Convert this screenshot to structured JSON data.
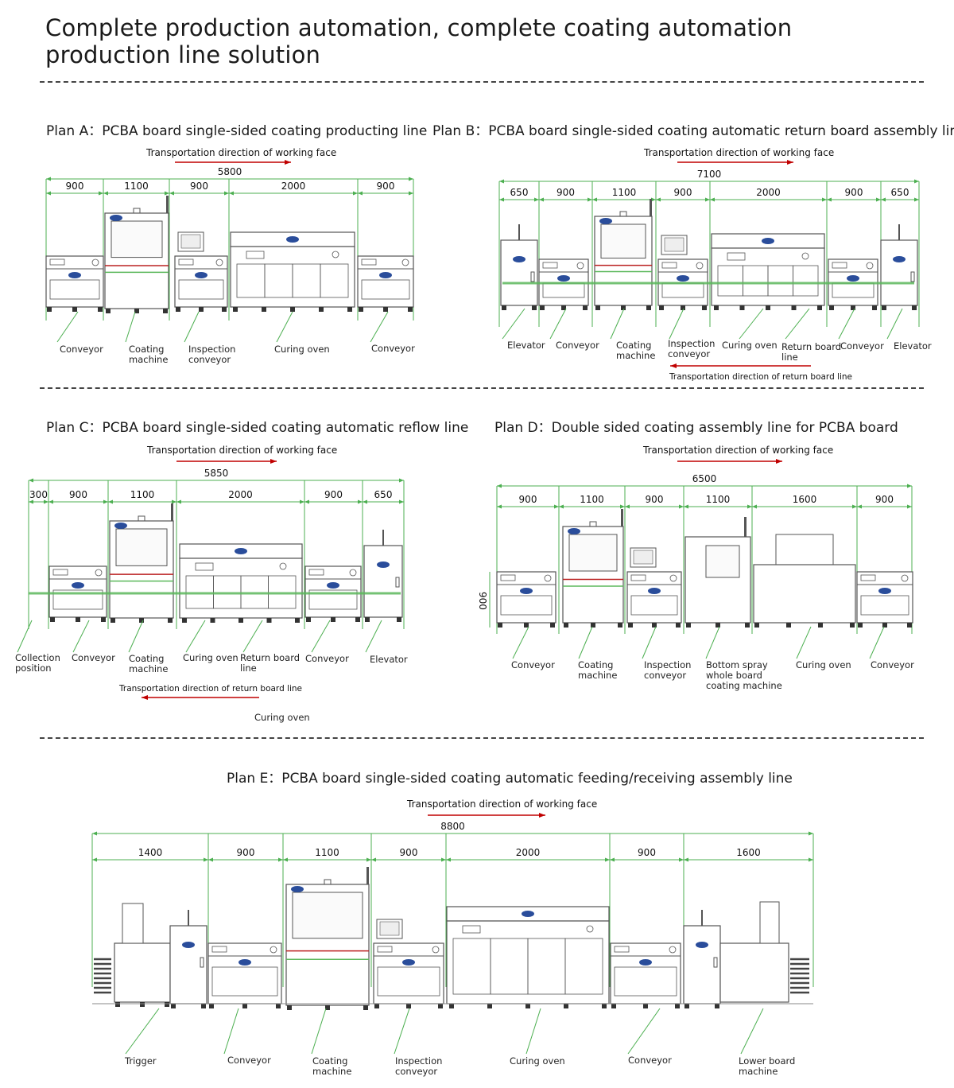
{
  "title_line1": "Complete production automation, complete coating automation",
  "title_line2": "production line solution",
  "colors": {
    "dimension_line": "#4caf50",
    "arrow": "#c00000",
    "machine_stroke": "#555555",
    "logo": "#2a4d9b",
    "green_band": "#5cb85c"
  },
  "plans": {
    "a": {
      "title": "Plan A：PCBA board single-sided coating producting line",
      "direction": "Transportation direction of working face",
      "total": "5800",
      "segments": [
        "900",
        "1100",
        "900",
        "2000",
        "900"
      ],
      "labels": [
        "Conveyor",
        "Coating\nmachine",
        "Inspection\nconveyor",
        "Curing oven",
        "Conveyor"
      ]
    },
    "b": {
      "title": "Plan B：PCBA board single-sided coating automatic return board assembly line",
      "direction": "Transportation direction of working face",
      "return_direction": "Transportation direction of return board line",
      "total": "7100",
      "segments": [
        "650",
        "900",
        "1100",
        "900",
        "2000",
        "900",
        "650"
      ],
      "labels": [
        "Elevator",
        "Conveyor",
        "Coating\nmachine",
        "Inspection\nconveyor",
        "Curing oven",
        "Return board\nline",
        "Conveyor",
        "Elevator"
      ]
    },
    "c": {
      "title": "Plan C：PCBA board single-sided coating automatic reflow line",
      "direction": "Transportation direction of working face",
      "return_direction": "Transportation direction of return board line",
      "total": "5850",
      "segments": [
        "300",
        "900",
        "1100",
        "2000",
        "900",
        "650"
      ],
      "labels": [
        "Collection\nposition",
        "Conveyor",
        "Coating\nmachine",
        "Curing oven",
        "Return board\nline",
        "Conveyor",
        "Elevator"
      ],
      "extra_label": "Curing oven"
    },
    "d": {
      "title": "Plan D：Double sided coating assembly line for PCBA board",
      "direction": "Transportation direction of working face",
      "total": "6500",
      "segments": [
        "900",
        "1100",
        "900",
        "1100",
        "1600",
        "900"
      ],
      "height": "900",
      "labels": [
        "Conveyor",
        "Coating\nmachine",
        "Inspection\nconveyor",
        "Bottom spray\nwhole board\ncoating machine",
        "Curing oven",
        "Conveyor"
      ]
    },
    "e": {
      "title": "Plan E：PCBA board single-sided coating automatic feeding/receiving assembly line",
      "direction": "Transportation direction of working face",
      "total": "8800",
      "segments": [
        "1400",
        "900",
        "1100",
        "900",
        "2000",
        "900",
        "1600"
      ],
      "labels": [
        "Trigger",
        "Conveyor",
        "Coating\nmachine",
        "Inspection\nconveyor",
        "Curing oven",
        "Conveyor",
        "Lower board\nmachine"
      ]
    }
  }
}
